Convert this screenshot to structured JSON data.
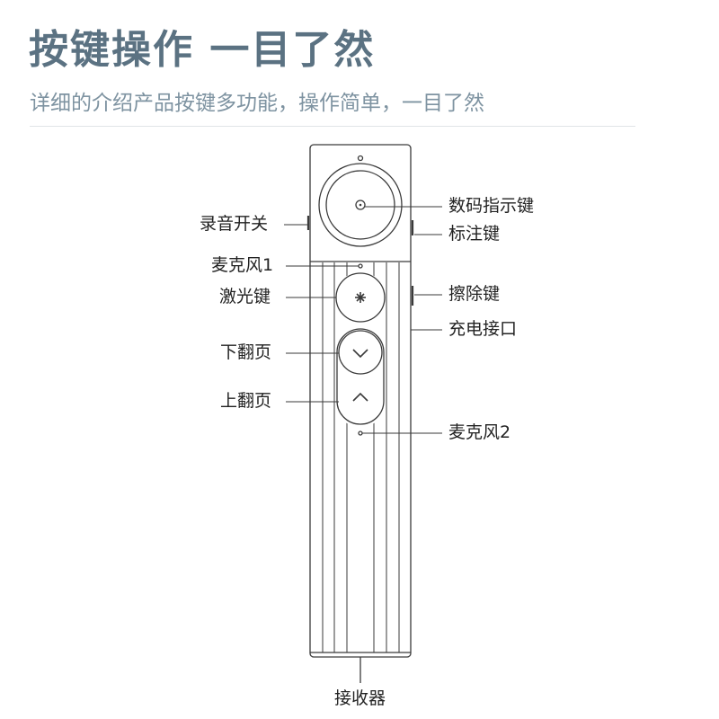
{
  "header": {
    "title": "按键操作 一目了然",
    "subtitle": "详细的介绍产品按键多功能，操作简单，一目了然"
  },
  "labels": {
    "record_switch": "录音开关",
    "mic1": "麦克风1",
    "laser_key": "激光键",
    "page_down": "下翻页",
    "page_up": "上翻页",
    "digital_pointer": "数码指示键",
    "annotate_key": "标注键",
    "erase_key": "擦除键",
    "charging_port": "充电接口",
    "mic2": "麦克风2",
    "receiver": "接收器"
  },
  "colors": {
    "title": "#5b7282",
    "subtitle": "#7e93a1",
    "outline": "#3a3a3a",
    "text": "#222222"
  },
  "icons": {
    "laser": "asterisk-icon",
    "page_down": "chevron-down-icon",
    "page_up": "chevron-up-icon",
    "pointer": "target-dot-icon"
  }
}
